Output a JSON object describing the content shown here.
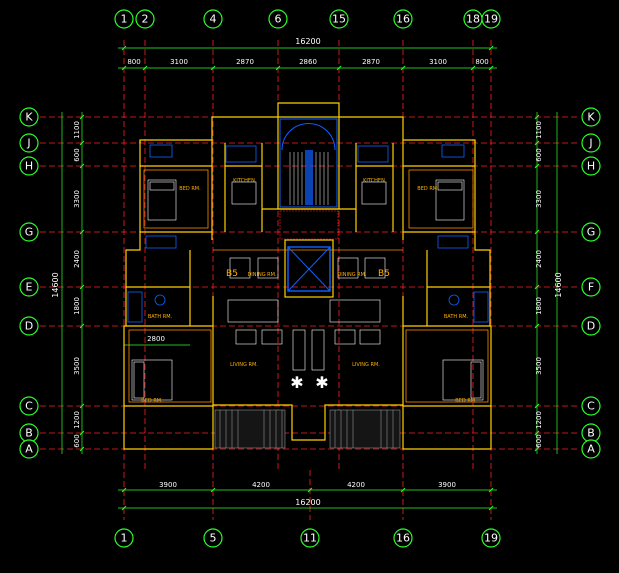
{
  "drawing": {
    "top_axes": [
      "1",
      "2",
      "4",
      "6",
      "15",
      "16",
      "18",
      "19"
    ],
    "bottom_axes": [
      "1",
      "5",
      "11",
      "16",
      "19"
    ],
    "left_axes": [
      "K",
      "J",
      "H",
      "G",
      "E",
      "D",
      "C",
      "B",
      "A"
    ],
    "right_axes": [
      "K",
      "J",
      "H",
      "G",
      "F",
      "D",
      "C",
      "B",
      "A"
    ],
    "top_dims": [
      "800",
      "3100",
      "2870",
      "2860",
      "2870",
      "3100",
      "800"
    ],
    "top_total": "16200",
    "bottom_dims": [
      "3900",
      "4200",
      "4200",
      "3900"
    ],
    "bottom_total": "16200",
    "left_dims": [
      "1100",
      "600",
      "3300",
      "2400",
      "1800",
      "3500",
      "1200",
      "600"
    ],
    "left_total": "14600",
    "right_dims": [
      "1100",
      "600",
      "3300",
      "2400",
      "1800",
      "3500",
      "1200",
      "600"
    ],
    "right_total": "14600",
    "inner_dim": "2800",
    "unit_labels": [
      "B5",
      "B5"
    ],
    "rooms": [
      {
        "id": "kitchen-left",
        "text": "KITCHEN"
      },
      {
        "id": "kitchen-right",
        "text": "KITCHEN"
      },
      {
        "id": "dining-left",
        "text": "DINING RM."
      },
      {
        "id": "dining-right",
        "text": "DINING RM."
      },
      {
        "id": "living-left",
        "text": "LIVING RM."
      },
      {
        "id": "living-right",
        "text": "LIVING RM."
      },
      {
        "id": "bed-left",
        "text": "BED RM."
      },
      {
        "id": "bed-right",
        "text": "BED RM."
      },
      {
        "id": "master-left",
        "text": "BED RM."
      },
      {
        "id": "master-right",
        "text": "BED RM."
      },
      {
        "id": "bath-left",
        "text": "BATH RM."
      },
      {
        "id": "bath-right",
        "text": "BATH RM."
      }
    ],
    "colors": {
      "axis_bubble": "#2aff2a",
      "grid_line": "#ff2020",
      "wall": "#ffd000",
      "dim_line": "#2aff2a",
      "text": "#ffffff",
      "room_text": "#ffb000",
      "accent": "#1060ff"
    }
  }
}
